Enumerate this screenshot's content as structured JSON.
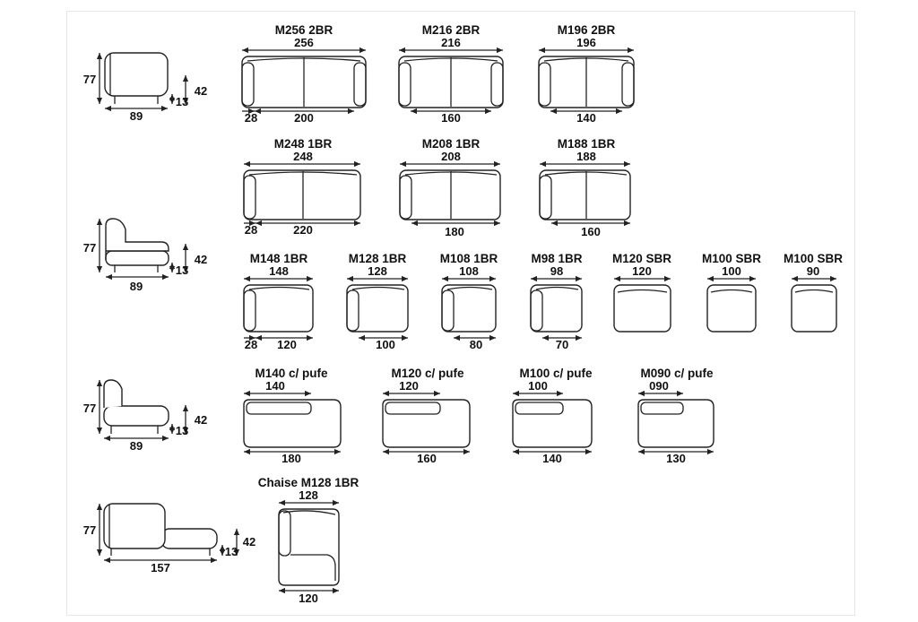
{
  "side_views": [
    {
      "height": "77",
      "seat": "42",
      "leg": "13",
      "depth": "89"
    },
    {
      "height": "77",
      "seat": "42",
      "leg": "13",
      "depth": "89"
    },
    {
      "height": "77",
      "seat": "42",
      "leg": "13",
      "depth": "89"
    },
    {
      "height": "77",
      "seat": "42",
      "leg": "13",
      "depth": "157"
    }
  ],
  "rows": [
    {
      "modules": [
        {
          "title": "M256 2BR",
          "width": "256",
          "arm": "28",
          "seat": "200"
        },
        {
          "title": "M216 2BR",
          "width": "216",
          "seat": "160"
        },
        {
          "title": "M196 2BR",
          "width": "196",
          "seat": "140"
        }
      ]
    },
    {
      "modules": [
        {
          "title": "M248 1BR",
          "width": "248",
          "arm": "28",
          "seat": "220"
        },
        {
          "title": "M208 1BR",
          "width": "208",
          "seat": "180"
        },
        {
          "title": "M188 1BR",
          "width": "188",
          "seat": "160"
        }
      ]
    },
    {
      "modules": [
        {
          "title": "M148 1BR",
          "width": "148",
          "arm": "28",
          "seat": "120"
        },
        {
          "title": "M128 1BR",
          "width": "128",
          "seat": "100"
        },
        {
          "title": "M108 1BR",
          "width": "108",
          "seat": "80"
        },
        {
          "title": "M98 1BR",
          "width": "98",
          "seat": "70"
        },
        {
          "title": "M120 SBR",
          "width": "120"
        },
        {
          "title": "M100 SBR",
          "width": "100"
        },
        {
          "title": "M100 SBR",
          "width": "90"
        }
      ]
    },
    {
      "modules": [
        {
          "title": "M140 c/ pufe",
          "width": "140",
          "total": "180"
        },
        {
          "title": "M120 c/ pufe",
          "width": "120",
          "total": "160"
        },
        {
          "title": "M100 c/ pufe",
          "width": "100",
          "total": "140"
        },
        {
          "title": "M090 c/ pufe",
          "width": "090",
          "total": "130"
        }
      ]
    },
    {
      "modules": [
        {
          "title": "Chaise M128 1BR",
          "width": "128",
          "seat": "120"
        }
      ]
    }
  ]
}
